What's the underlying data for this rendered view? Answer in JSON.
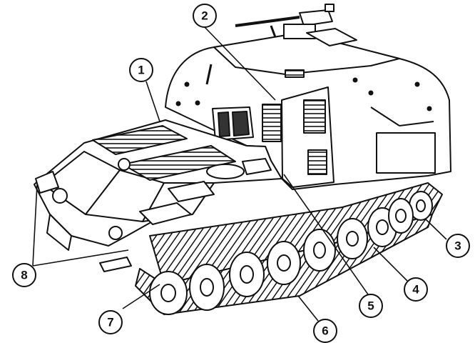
{
  "figure": {
    "colors": {
      "ink": "#111111",
      "paper": "#ffffff"
    }
  },
  "callouts": [
    {
      "id": "c1",
      "label": "1"
    },
    {
      "id": "c2",
      "label": "2"
    },
    {
      "id": "c3",
      "label": "3"
    },
    {
      "id": "c4",
      "label": "4"
    },
    {
      "id": "c5",
      "label": "5"
    },
    {
      "id": "c6",
      "label": "6"
    },
    {
      "id": "c7",
      "label": "7"
    },
    {
      "id": "c8",
      "label": "8"
    }
  ]
}
